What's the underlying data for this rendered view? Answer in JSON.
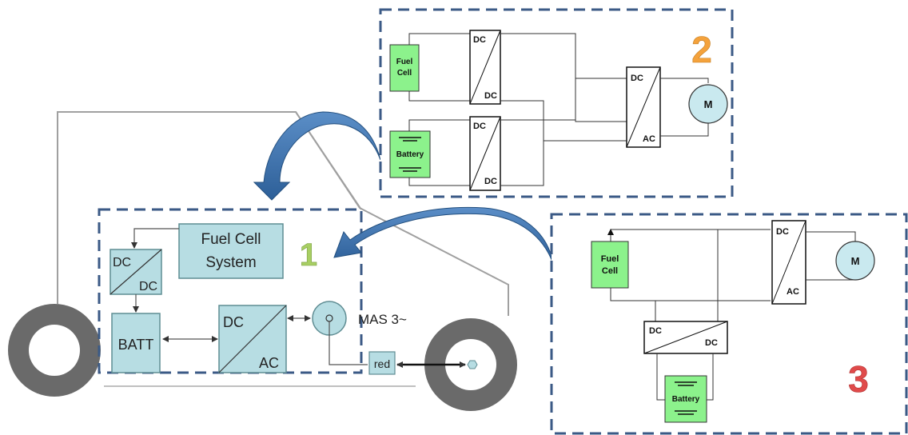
{
  "colors": {
    "block_fill": "#b7dde3",
    "block_stroke": "#5f8d93",
    "green_fill": "#8cf28c",
    "motor_fill": "#c9e9ef",
    "dash": "#3b5a86",
    "arrow": "#3a6ea8",
    "num1": "#a8cf63",
    "num2": "#f4a23c",
    "num3": "#e04a4a"
  },
  "diagram1": {
    "number": "1",
    "fuel_cell": [
      "Fuel Cell",
      "System"
    ],
    "dcdc_top": "DC",
    "dcdc_bottom": "DC",
    "batt": "BATT",
    "dcac_top": "DC",
    "dcac_bottom": "AC",
    "motor": "MAS 3~",
    "reducer": "red"
  },
  "diagram2": {
    "number": "2",
    "fuel_cell": [
      "Fuel",
      "Cell"
    ],
    "battery": "Battery",
    "conv1_top": "DC",
    "conv1_bottom": "DC",
    "conv2_top": "DC",
    "conv2_bottom": "DC",
    "inv_top": "DC",
    "inv_bottom": "AC",
    "motor": "M"
  },
  "diagram3": {
    "number": "3",
    "fuel_cell": [
      "Fuel",
      "Cell"
    ],
    "battery": "Battery",
    "conv_left": "DC",
    "conv_right": "DC",
    "inv_top": "DC",
    "inv_bottom": "AC",
    "motor": "M"
  }
}
